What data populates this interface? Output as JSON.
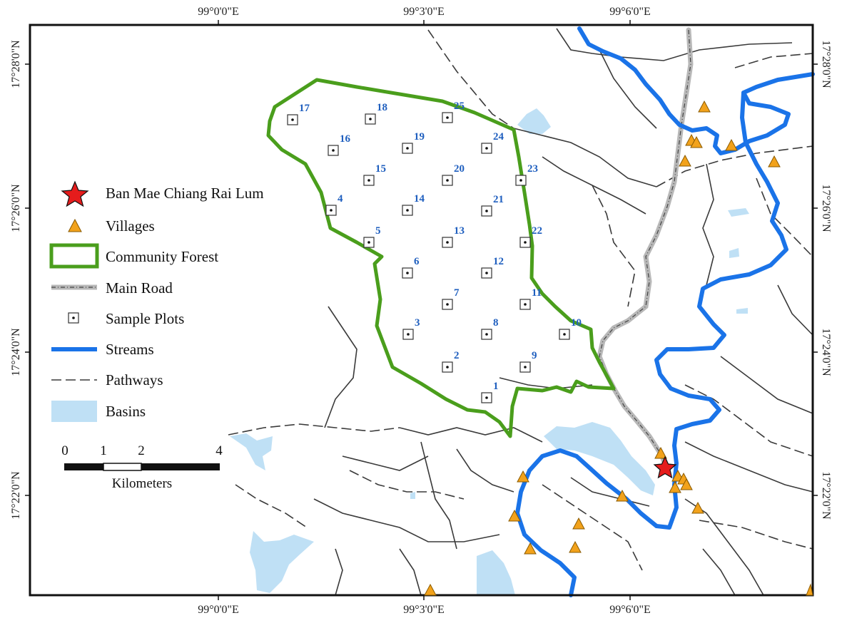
{
  "map": {
    "grid_top": [
      "99°0'0\"E",
      "99°3'0\"E",
      "99°6'0\"E"
    ],
    "grid_bottom": [
      "99°0'0\"E",
      "99°3'0\"E",
      "99°6'0\"E"
    ],
    "grid_left": [
      "17°28'0\"N",
      "17°26'0\"N",
      "17°24'0\"N",
      "17°22'0\"N"
    ],
    "grid_right": [
      "17°28'0\"N",
      "17°26'0\"N",
      "17°24'0\"N",
      "17°22'0\"N"
    ],
    "plots": [
      {
        "n": "1"
      },
      {
        "n": "2"
      },
      {
        "n": "3"
      },
      {
        "n": "4"
      },
      {
        "n": "5"
      },
      {
        "n": "6"
      },
      {
        "n": "7"
      },
      {
        "n": "8"
      },
      {
        "n": "9"
      },
      {
        "n": "10"
      },
      {
        "n": "11"
      },
      {
        "n": "12"
      },
      {
        "n": "13"
      },
      {
        "n": "14"
      },
      {
        "n": "15"
      },
      {
        "n": "16"
      },
      {
        "n": "17"
      },
      {
        "n": "18"
      },
      {
        "n": "19"
      },
      {
        "n": "20"
      },
      {
        "n": "21"
      },
      {
        "n": "22"
      },
      {
        "n": "23"
      },
      {
        "n": "24"
      },
      {
        "n": "25"
      }
    ]
  },
  "legend": {
    "ban": "Ban Mae Chiang Rai Lum",
    "villages": "Villages",
    "forest": "Community Forest",
    "road": "Main Road",
    "plots": "Sample Plots",
    "streams": "Streams",
    "pathways": "Pathways",
    "basins": "Basins"
  },
  "scale": {
    "ticks": [
      "0",
      "1",
      "2",
      "4"
    ],
    "unit": "Kilometers"
  },
  "colors": {
    "forest": "#4a9e1c",
    "stream": "#1a73e8",
    "basin": "#bfe0f5",
    "village": "#f2a21b",
    "ban": "#e51c1c",
    "plot_label": "#1f5fbf",
    "road": "#b8b8b8"
  }
}
